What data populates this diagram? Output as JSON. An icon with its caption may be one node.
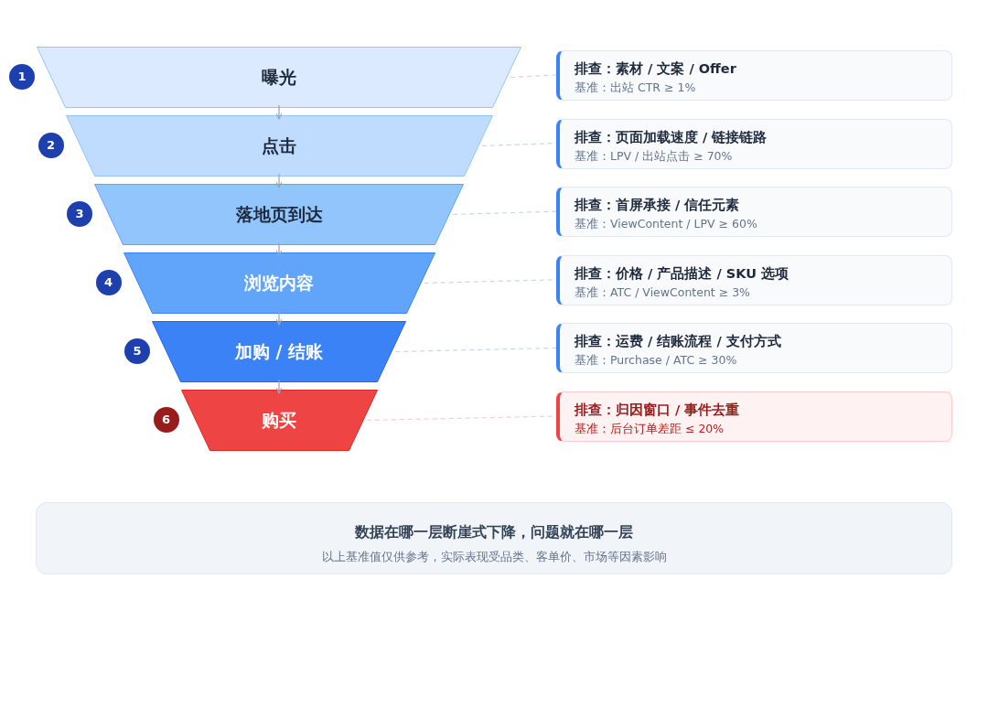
{
  "diagram": {
    "nodes": [
      {
        "text": [
          "1"
        ]
      },
      {
        "text": [
          "曝光"
        ]
      },
      {
        "text": [
          "排查：素材 / 文案 / Offer",
          "基准：出站 CTR ≥ 1%"
        ]
      },
      {
        "text": [
          "2"
        ]
      },
      {
        "text": [
          "点击"
        ]
      },
      {
        "text": [
          "排查：页面加载速度 / 链接链路",
          "基准：LPV / 出站点击 ≥ 70%"
        ]
      },
      {
        "text": [
          "3"
        ]
      },
      {
        "text": [
          "落地页到达"
        ]
      },
      {
        "text": [
          "排查：首屏承接 / 信任元素",
          "基准：ViewContent / LPV ≥ 60%"
        ]
      },
      {
        "text": [
          "4"
        ]
      },
      {
        "text": [
          "浏览内容"
        ]
      },
      {
        "text": [
          "排查：价格 / 产品描述 / SKU 选项",
          "基准：ATC / ViewContent ≥ 3%"
        ]
      },
      {
        "text": [
          "5"
        ]
      },
      {
        "text": [
          "加购 / 结账"
        ]
      },
      {
        "text": [
          "排查：运费 / 结账流程 / 支付方式",
          "基准：Purchase / ATC ≥ 30%"
        ]
      },
      {
        "text": [
          "6"
        ]
      },
      {
        "text": [
          "购买"
        ]
      },
      {
        "text": [
          "排查：归因窗口 / 事件去重",
          "基准：后台订单差距 ≤ 20%"
        ]
      },
      {
        "text": [
          "数据在哪一层断崖式下降，问题就在哪一层",
          "以上基准值仅供参考，实际表现受品类、客单价、市场等因素影响"
        ]
      }
    ],
    "edges": [
      {
        "from": 1,
        "to": 4,
        "arrow": "to"
      },
      {
        "from": 4,
        "to": 7,
        "arrow": "to"
      },
      {
        "from": 7,
        "to": 10,
        "arrow": "to"
      },
      {
        "from": 10,
        "to": 13,
        "arrow": "to"
      },
      {
        "from": 13,
        "to": 16,
        "arrow": "to"
      },
      {
        "from": 1,
        "to": 2,
        "arrow": "none",
        "style": "dashed"
      },
      {
        "from": 4,
        "to": 5,
        "arrow": "none",
        "style": "dashed"
      },
      {
        "from": 7,
        "to": 8,
        "arrow": "none",
        "style": "dashed"
      },
      {
        "from": 10,
        "to": 11,
        "arrow": "none",
        "style": "dashed"
      },
      {
        "from": 13,
        "to": 14,
        "arrow": "none",
        "style": "dashed"
      },
      {
        "from": 16,
        "to": 17,
        "arrow": "none",
        "style": "dashed",
        "color": "#fecaca"
      }
    ]
  }
}
